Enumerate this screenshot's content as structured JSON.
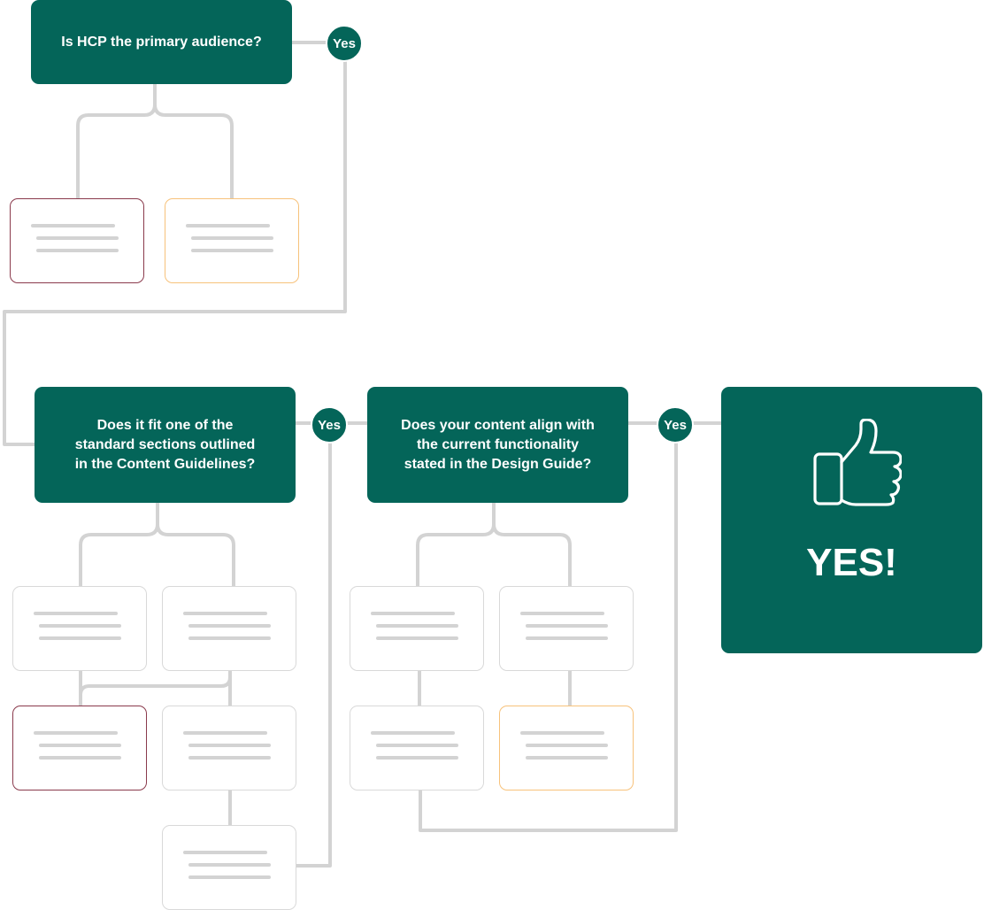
{
  "colors": {
    "primary": "#046559",
    "connector": "#d3d3d3",
    "card_border_default": "#d9d9d9",
    "card_border_negative": "#8a3a4c",
    "card_border_caution": "#f7c27b",
    "text_on_primary": "#ffffff"
  },
  "questions": [
    {
      "id": "q1",
      "text": "Is HCP the primary audience?"
    },
    {
      "id": "q2",
      "text": "Does it fit one of the\nstandard sections  outlined\nin the Content Guidelines?"
    },
    {
      "id": "q3",
      "text": "Does your content align with\nthe current functionality\nstated in the Design Guide?"
    }
  ],
  "yes_badges": [
    "Yes",
    "Yes",
    "Yes"
  ],
  "result": {
    "label": "YES!",
    "icon": "thumbs-up-icon"
  },
  "cards": [
    {
      "id": "c1",
      "variant": "negative"
    },
    {
      "id": "c2",
      "variant": "caution"
    },
    {
      "id": "c3",
      "variant": "default"
    },
    {
      "id": "c4",
      "variant": "default"
    },
    {
      "id": "c5",
      "variant": "negative"
    },
    {
      "id": "c6",
      "variant": "default"
    },
    {
      "id": "c7",
      "variant": "default"
    },
    {
      "id": "c8",
      "variant": "default"
    },
    {
      "id": "c9",
      "variant": "default"
    },
    {
      "id": "c10",
      "variant": "default"
    },
    {
      "id": "c11",
      "variant": "caution"
    }
  ]
}
